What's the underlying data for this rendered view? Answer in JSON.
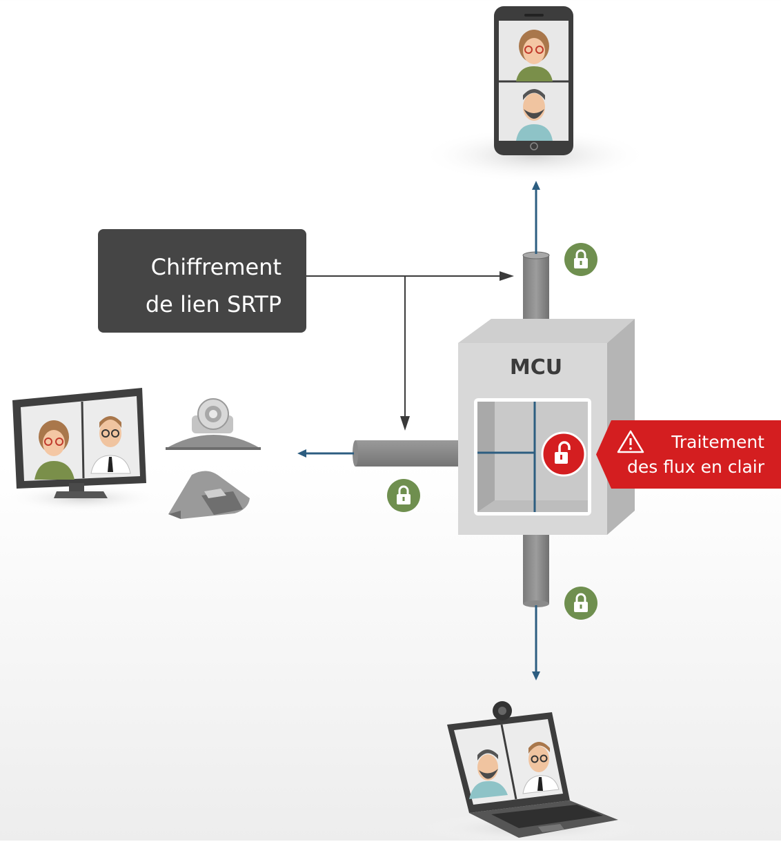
{
  "srtp_label": {
    "line1": "Chiffrement",
    "line2": "de lien SRTP"
  },
  "mcu": {
    "title": "MCU"
  },
  "warning": {
    "line1": "Traitement",
    "line2": "des flux en clair",
    "icon": "warning-triangle-icon"
  },
  "icons": {
    "secure_link": "lock-icon",
    "unsecure_processing": "unlock-icon",
    "endpoints": [
      "smartphone-icon",
      "desktop-monitor-icon",
      "conference-camera-icon",
      "speakerphone-icon",
      "laptop-icon"
    ]
  },
  "colors": {
    "label_box": "#454545",
    "lock_badge": "#6f8f4f",
    "alert": "#d41e20",
    "stream_arrow": "#2c5d80",
    "pipe": "#8b8b8b",
    "mcu_body": "#d8d8d8"
  }
}
